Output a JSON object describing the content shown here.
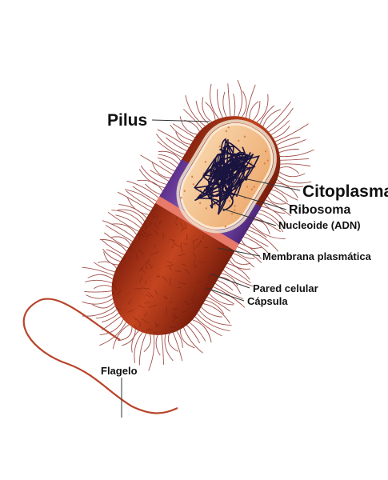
{
  "labels": {
    "pilus": "Pilus",
    "citoplasma": "Citoplasma",
    "ribosoma": "Ribosoma",
    "nucleoide": "Nucleoide (ADN)",
    "membrana": "Membrana plasmática",
    "pared": "Pared celular",
    "capsula": "Cápsula",
    "flagelo": "Flagelo"
  },
  "colors": {
    "capsule": "#b83a1c",
    "capsule_dark": "#7a1e0c",
    "cytoplasm": "#f4c79a",
    "membrane": "#7a4ba8",
    "cell_wall": "#e87a6a",
    "dna": "#1a1440",
    "hair": "#a0504a"
  }
}
